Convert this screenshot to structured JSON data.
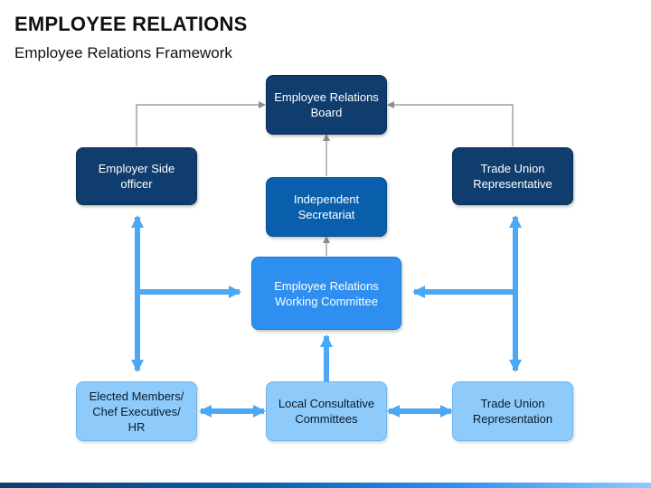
{
  "header": {
    "title": "EMPLOYEE RELATIONS",
    "subtitle": "Employee Relations Framework"
  },
  "diagram": {
    "nodes": {
      "board": "Employee Relations Board",
      "employer_side_officer": "Employer Side officer",
      "trade_union_representative": "Trade Union Representative",
      "independent_secretariat": "Independent Secretariat",
      "working_committee": "Employee Relations Working Committee",
      "elected_members": "Elected Members/ Chef Executives/ HR",
      "local_consultative_committees": "Local Consultative Committees",
      "trade_union_representation": "Trade Union Representation"
    },
    "colors": {
      "dark": "#0f3d6e",
      "mid": "#0a5fad",
      "bright": "#2f8ff0",
      "light": "#8ecbfa",
      "thin_arrow": "#8c8c8c",
      "thick_arrow": "#4aa8f5"
    }
  }
}
